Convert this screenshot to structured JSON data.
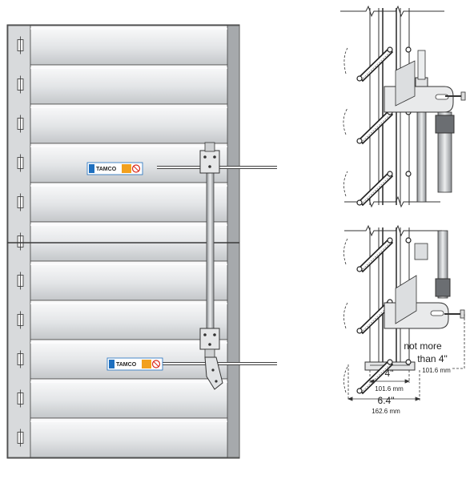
{
  "label": {
    "brand": "TAMCO",
    "limit_line1": "not more",
    "limit_line2": "than 4\"",
    "limit_metric": "101.6 mm",
    "inner_width": "4\"",
    "inner_metric": "101.6 mm",
    "outer_width": "6.4\"",
    "outer_metric": "162.6 mm"
  },
  "colors": {
    "frame": "#a9acaf",
    "blade_light": "#f2f3f4",
    "blade_dark": "#bfc2c5",
    "outline": "#3a3a3a",
    "badge_blue": "#1e6fbf",
    "badge_orange": "#f2a01e"
  }
}
